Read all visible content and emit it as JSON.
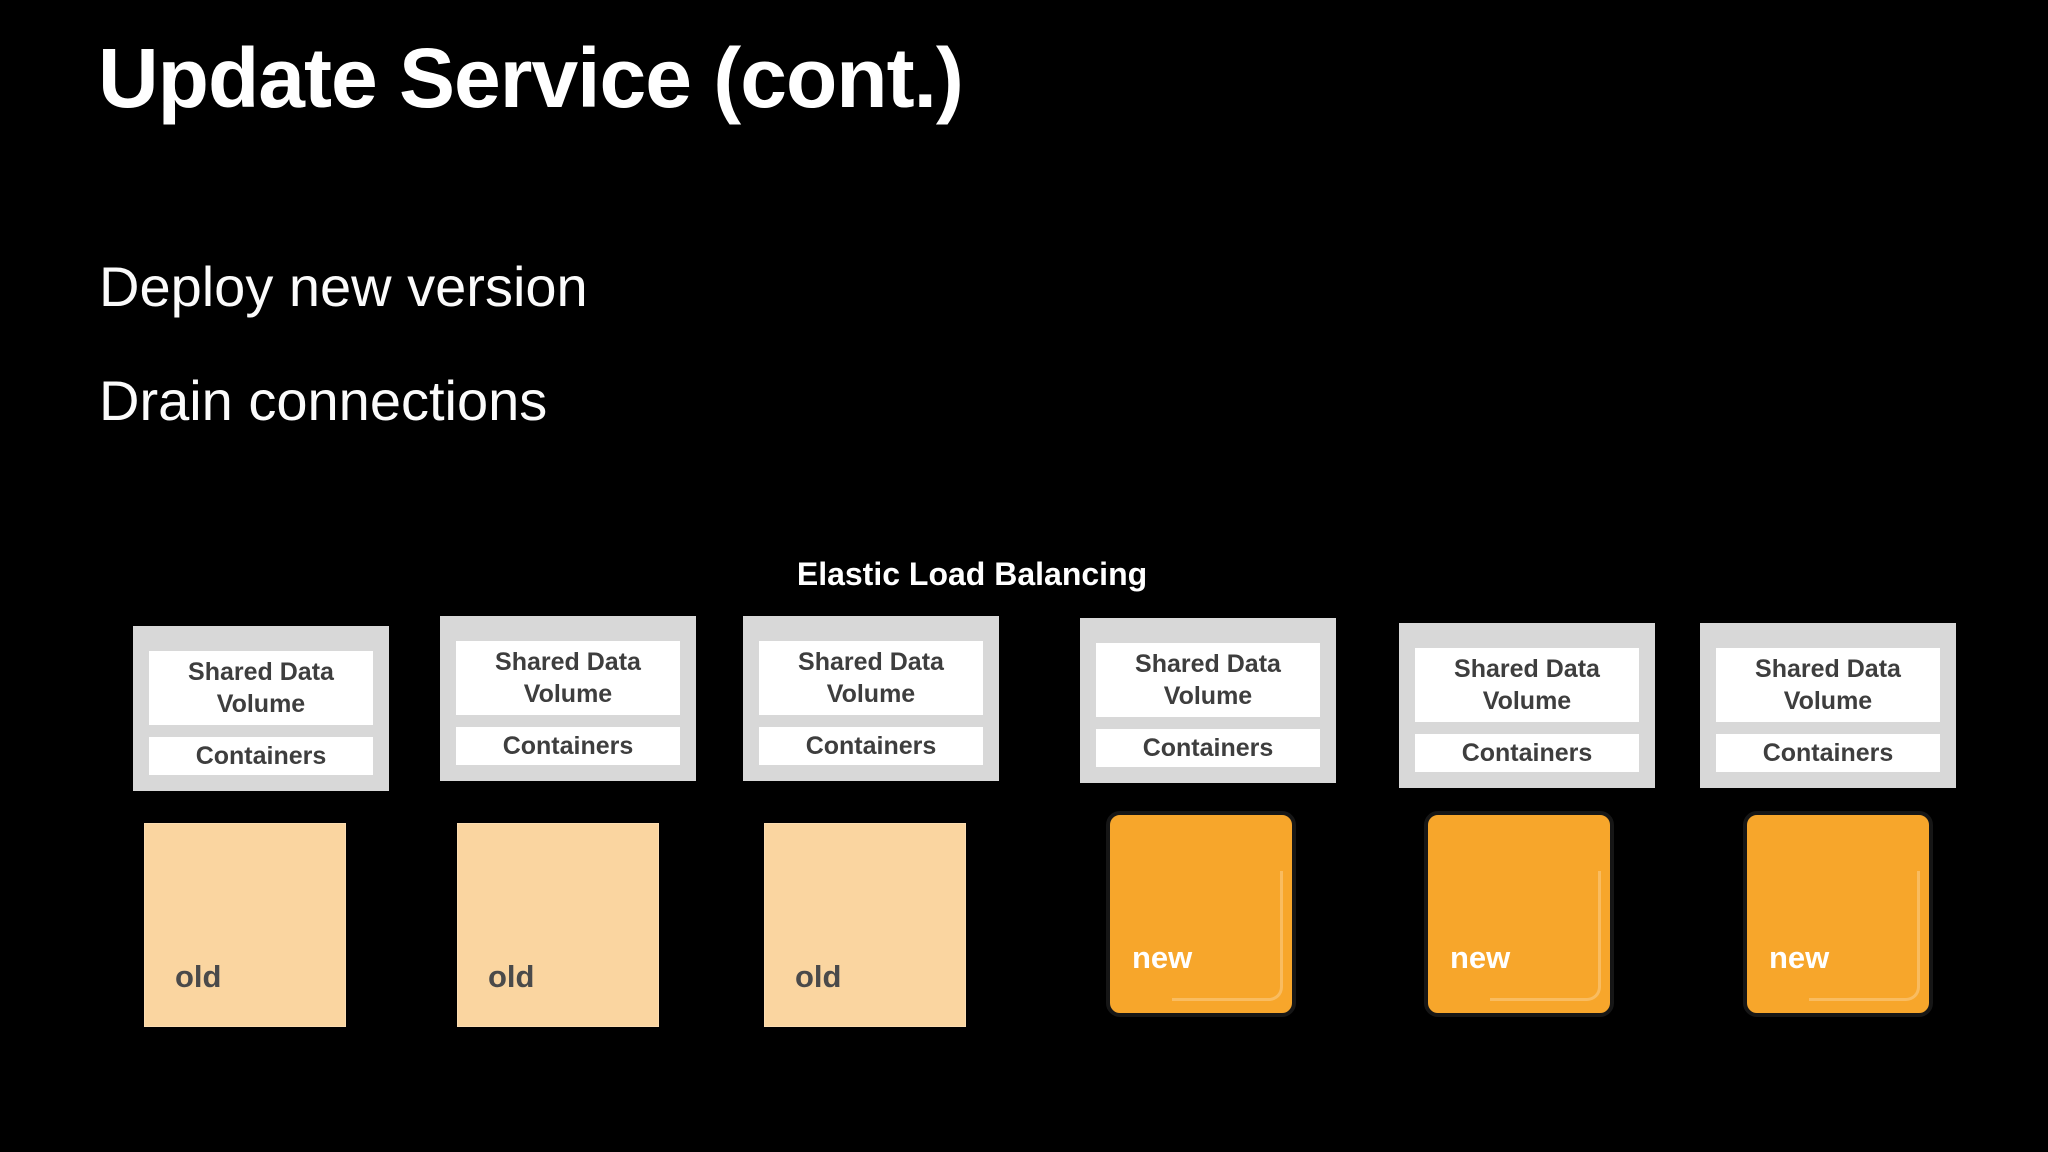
{
  "slide": {
    "title": "Update Service (cont.)",
    "bullets": [
      {
        "text": "Deploy new version"
      },
      {
        "text": "Drain connections"
      }
    ],
    "diagram": {
      "load_balancer_label": "Elastic Load Balancing",
      "service_group": {
        "volume_label": "Shared Data Volume",
        "containers_label": "Containers",
        "count": 6
      },
      "instances": [
        {
          "state": "old"
        },
        {
          "state": "old"
        },
        {
          "state": "old"
        },
        {
          "state": "new"
        },
        {
          "state": "new"
        },
        {
          "state": "new"
        }
      ]
    },
    "colors": {
      "background": "#000000",
      "title_text": "#FFFFFF",
      "group_fill": "#D8D8D8",
      "inner_box_fill": "#FFFFFF",
      "box_text": "#3E3E3E",
      "old_fill": "#FAD5A0",
      "old_text": "#4A4A4A",
      "new_fill": "#F7A62B",
      "new_border": "#161616",
      "new_text": "#FFFFFF"
    }
  }
}
